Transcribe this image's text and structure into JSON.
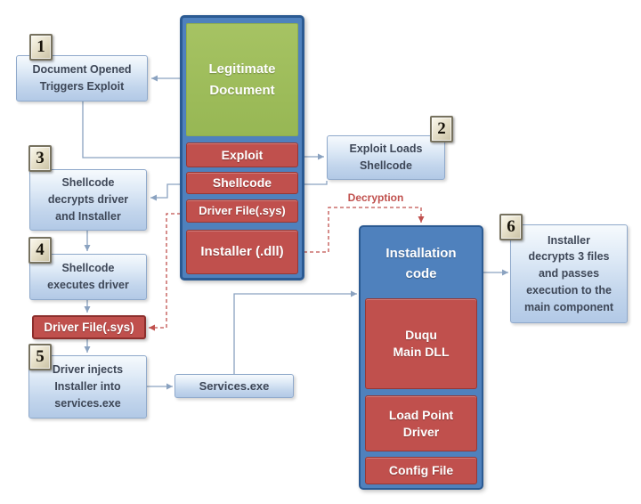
{
  "diagram": {
    "labels": {
      "decryption": "Decryption"
    },
    "steps": [
      {
        "number": "1",
        "label": "Document Opened\nTriggers Exploit"
      },
      {
        "number": "2",
        "label": "Exploit Loads\nShellcode"
      },
      {
        "number": "3",
        "label": "Shellcode\ndecrypts driver\nand Installer"
      },
      {
        "number": "4",
        "label": "Shellcode\nexecutes driver"
      },
      {
        "number": "5",
        "label": "Driver injects\nInstaller into\nservices.exe"
      },
      {
        "number": "6",
        "label": "Installer\ndecrypts 3 files\nand passes\nexecution to the\nmain component"
      }
    ],
    "document_container": {
      "title": "Legitimate\nDocument",
      "components": [
        "Exploit",
        "Shellcode",
        "Driver File(.sys)",
        "Installer (.dll)"
      ]
    },
    "driver_file_box": "Driver File(.sys)",
    "services_box": "Services.exe",
    "installation_container": {
      "title": "Installation\ncode",
      "components": [
        "Duqu\nMain DLL",
        "Load Point\nDriver",
        "Config File"
      ]
    },
    "colors": {
      "container_blue": "#4f81bd",
      "container_border": "#2b5a92",
      "component_red": "#c0504d",
      "component_red_border": "#953735",
      "document_green": "#9ebe5b",
      "step_box_border": "#8fa9cb",
      "badge_fill": "#ddd6bd",
      "connector_gray": "#8aa2c0",
      "connector_red": "#c0504d"
    }
  }
}
